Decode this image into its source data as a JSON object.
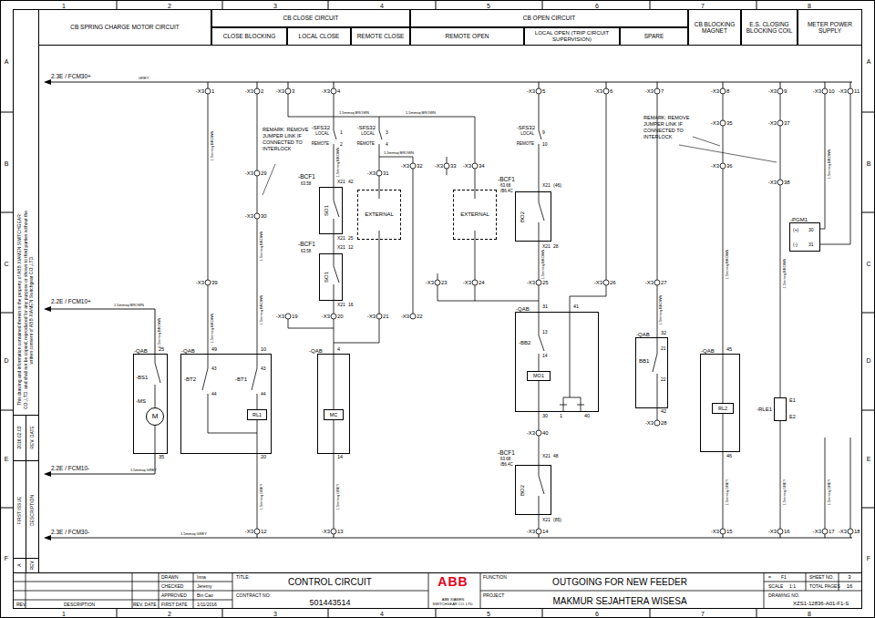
{
  "diagram": {
    "title": "CONTROL CIRCUIT",
    "nodes": [
      {
        "text": [
          "CB SPRING CHARGE MOTOR CIRCUIT"
        ]
      },
      {
        "text": [
          "CB CLOSE CIRCUIT"
        ]
      },
      {
        "text": [
          "CLOSE BLOCKING"
        ]
      },
      {
        "text": [
          "LOCAL CLOSE"
        ]
      },
      {
        "text": [
          "REMOTE CLOSE"
        ]
      },
      {
        "text": [
          "CB OPEN CIRCUIT"
        ]
      },
      {
        "text": [
          "REMOTE OPEN"
        ]
      },
      {
        "text": [
          "LOCAL OPEN (TRIP CIRCUIT SUPERVISION)"
        ]
      },
      {
        "text": [
          "SPARE"
        ]
      },
      {
        "text": [
          "CB BLOCKING MAGNET"
        ]
      },
      {
        "text": [
          "E.S. CLOSING BLOCKING COIL"
        ]
      },
      {
        "text": [
          "METER POWER SUPPLY"
        ]
      },
      {
        "text": [
          "-QAB"
        ]
      },
      {
        "text": [
          "M"
        ],
        "in": 12
      },
      {
        "text": [
          "-QAB"
        ]
      },
      {
        "text": [
          "RL1"
        ],
        "in": 14
      },
      {
        "text": [
          "-QAB"
        ]
      },
      {
        "text": [
          "MC"
        ],
        "in": 16
      },
      {
        "text": [
          "EXTERNAL"
        ]
      },
      {
        "text": [
          "EXTERNAL"
        ]
      },
      {
        "text": [
          "SO1"
        ]
      },
      {
        "text": [
          "SO1"
        ]
      },
      {
        "text": [
          "BO2"
        ]
      },
      {
        "text": [
          "-QAB"
        ]
      },
      {
        "text": [
          "MO1"
        ],
        "in": 23
      },
      {
        "text": [
          "-QAB"
        ]
      },
      {
        "text": [
          "BO2"
        ]
      },
      {
        "text": [
          "-QAB"
        ]
      },
      {
        "text": [
          "RL2"
        ],
        "in": 27
      },
      {
        "text": [
          "-RLE1"
        ]
      },
      {
        "text": [
          "-PGM1"
        ]
      }
    ],
    "labels": [
      "1",
      "2",
      "3",
      "4",
      "5",
      "6",
      "7",
      "8",
      "1",
      "2",
      "3",
      "4",
      "5",
      "6",
      "7",
      "8",
      "A",
      "B",
      "C",
      "D",
      "E",
      "F",
      "A",
      "B",
      "C",
      "D",
      "E",
      "F",
      "This drawing and information contained therein is the property of ABB XIAMEN SWITCHGEAR CO.,LTD. and shall not be copied, reproduced for any purpose or shown to third parties without the written consent of ABB XIAMEN Switchgear CO.,LTD.",
      "2016.02.03",
      "REV. DATE",
      "FIRST ISSUE",
      "DESCRIPTION",
      "A",
      "REV.",
      "2.3E / FCM30+",
      "GREY",
      "2.2E / FCM10+",
      "1.5mmsq BROWN",
      "2.2E / FCM10-",
      "1.5mmsq GREY",
      "2.3E / FCM30-",
      "1.5mmsq GREY",
      "-X3",
      "1",
      "-X3",
      "2",
      "-X3",
      "3",
      "-X3",
      "4",
      "-X3",
      "5",
      "-X3",
      "6",
      "-X3",
      "7",
      "-X3",
      "8",
      "-X3",
      "9",
      "-X3",
      "10",
      "-X3",
      "11",
      "-X3",
      "35",
      "-X3",
      "37",
      "-X3",
      "29",
      "-X3",
      "31",
      "-X3",
      "32",
      "-X3",
      "33",
      "-X3",
      "34",
      "-X3",
      "36",
      "-X3",
      "38",
      "-X3",
      "30",
      "-X3",
      "39",
      "-X3",
      "23",
      "-X3",
      "24",
      "-X3",
      "25",
      "-X3",
      "26",
      "-X3",
      "27",
      "-X3",
      "19",
      "-X3",
      "20",
      "-X3",
      "21",
      "-X3",
      "22",
      "-X3",
      "28",
      "-X3",
      "40",
      "-X3",
      "12",
      "-X3",
      "13",
      "-X3",
      "14",
      "-X3",
      "15",
      "-X3",
      "16",
      "-X3",
      "17",
      "-X3",
      "18",
      "REMARK: REMOVE JUMPER LINK IF CONNECTED TO INTERLOCK",
      "25",
      "-BS1",
      "-MS",
      "35",
      "49",
      "10",
      "-BT2",
      "43",
      "44",
      "-BT1",
      "43",
      "44",
      "20",
      "1.5mmsq BROWN",
      "1.5mmsq BROWN",
      "1.5mmsq BROWN",
      "1.5mmsq BROWN",
      "1.5mmsq BROWN",
      "-SFS32",
      "LOCAL",
      "1",
      "REMOTE",
      "2",
      "-BCF1",
      "X21",
      "42",
      "63.58",
      "X21",
      "25",
      "-BCF1",
      "X21",
      "12",
      "63.58",
      "X21",
      "16",
      "4",
      "14",
      "1.5mmsq BROWN",
      "1.5mmsq BROWN",
      "1.5mmsq BROWN",
      "-SFS32",
      "LOCAL",
      "3",
      "REMOTE",
      "4",
      "1.5mmsq BROWN",
      "-SFS32",
      "LOCAL",
      "9",
      "REMOTE",
      "10",
      "-BCF1",
      "X21",
      "(46)",
      "63.68",
      "/B6.4C",
      "X21",
      "28",
      "1.5mmsq BROWN",
      "31",
      "41",
      "-BB2",
      "13",
      "14",
      "30",
      "1",
      "40",
      "-BCF1",
      "X21",
      "48",
      "63.68",
      "/B6.4C",
      "X21",
      "(85)",
      "32",
      "BB1",
      "21",
      "22",
      "42",
      "1.5mmsq BROWN",
      "REMARK: REMOVE JUMPER LINK IF CONNECTED TO INTERLOCK",
      "45",
      "46",
      "1.5mmsq BROWN",
      "1.5mmsq GREY",
      "E1",
      "E2",
      "1.5mmsq BROWN",
      "1.5mmsq GREY",
      "(+)",
      "30",
      "(-)",
      "31",
      "1.5mmsq BROWN",
      "1.5mmsq GREY",
      "1.5mmsq GREY",
      "1.5mmsq GREY",
      "REV.",
      "DESCRIPTION",
      "REV. DATE",
      "DRAWN",
      "Inna",
      "CHECKED",
      "Jeremy",
      "APPROVED",
      "Bin Cao",
      "FIRST DATE",
      "1/11/2016",
      "TITLE:",
      "CONTRACT NO:",
      "501443514",
      "ABB",
      "ABB XIAMEN SWITCHGEAR CO. LTD.",
      "FUNCTION",
      "OUTGOING FOR NEW FEEDER",
      "PROJECT",
      "MAKMUR SEJAHTERA WISESA",
      "=",
      "F1",
      "SHEET NO.",
      "3",
      "SCALE",
      "1:1",
      "TOTAL PAGES",
      "16",
      "DRAWING NO.",
      "XZS1-12836-A01-F1-S"
    ]
  }
}
